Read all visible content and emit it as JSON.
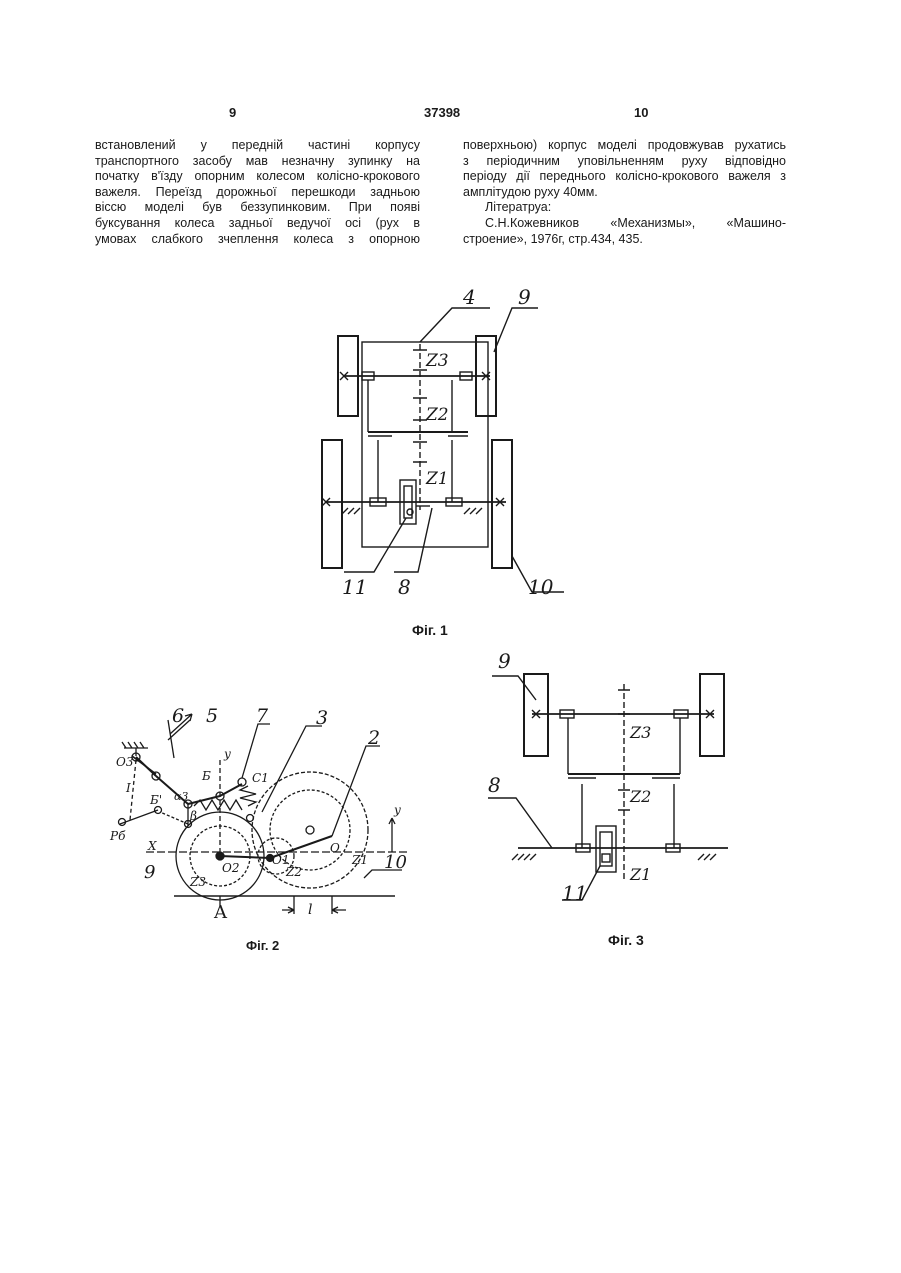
{
  "header": {
    "left_page": "9",
    "patent_number": "37398",
    "right_page": "10"
  },
  "left_column": {
    "lines": [
      "встановлений у передній частині корпусу",
      "транспортного засобу мав незначну зупинку на",
      "початку в'їзду опорним колесом колісно-крокового",
      "важеля. Переїзд дорожньої перешкоди задньою",
      "віссю моделі був беззупинковим. При появі",
      "буксування колеса задньої ведучої осі (рух в",
      "умовах слабкого зчеплення колеса з опорною"
    ]
  },
  "right_column": {
    "lines": [
      "поверхньою) корпус моделі продовжував рухатись",
      "з періодичним уповільненням руху відповідно",
      "періоду дії переднього колісно-крокового важеля з",
      "амплітудою руху 40мм."
    ],
    "literature_heading": "Літератруа:",
    "reference_line1": "С.Н.Кожевников «Механизмы», «Машино-",
    "reference_line2": "строение», 1976г, стр.434, 435."
  },
  "figures": {
    "fig1": {
      "caption": "Фіг. 1",
      "labels": [
        "4",
        "9",
        "Z3",
        "Z2",
        "Z1",
        "11",
        "8",
        "10"
      ]
    },
    "fig2": {
      "caption": "Фіг. 2",
      "labels": [
        "6",
        "5",
        "7",
        "3",
        "2",
        "O3",
        "Б",
        "y",
        "C1",
        "Б'",
        "α3",
        "β",
        "Pб",
        "X",
        "O2",
        "O1",
        "O",
        "Z1",
        "Z2",
        "Z3",
        "9",
        "10",
        "A",
        "l",
        "y",
        "I"
      ]
    },
    "fig3": {
      "caption": "Фіг. 3",
      "labels": [
        "9",
        "Z3",
        "8",
        "Z2",
        "11",
        "Z1"
      ]
    }
  },
  "colors": {
    "ink": "#1a1a1a",
    "paper": "#ffffff"
  }
}
